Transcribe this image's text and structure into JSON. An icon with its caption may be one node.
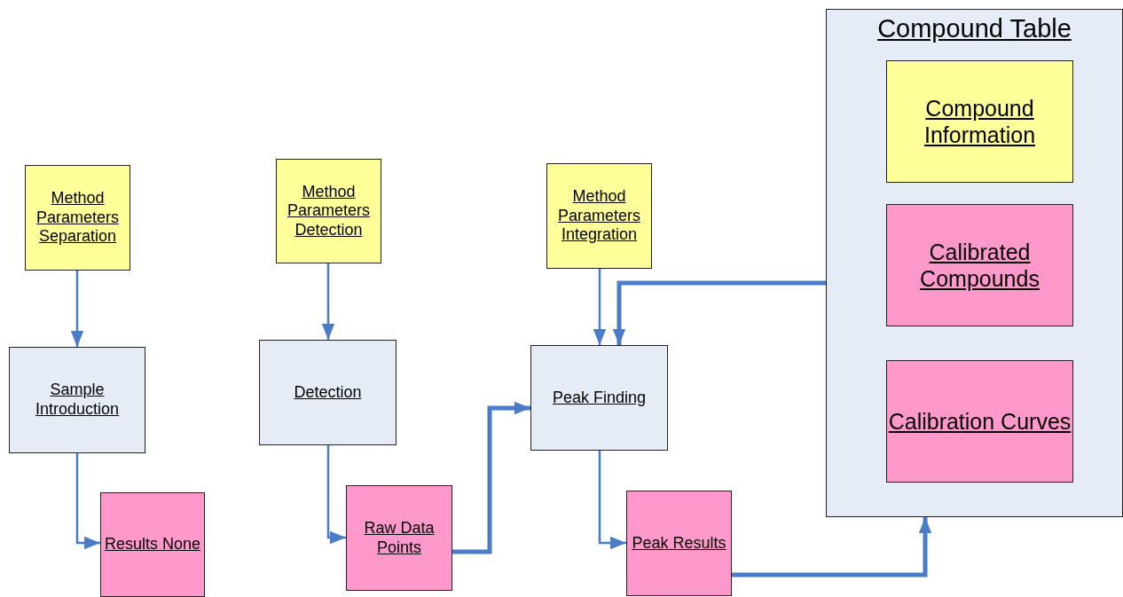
{
  "diagram": {
    "nodes": [
      {
        "text": [
          "Method Parameters Separation"
        ]
      },
      {
        "text": [
          "Sample Introduction"
        ]
      },
      {
        "text": [
          "Results None"
        ]
      },
      {
        "text": [
          "Method Parameters Detection"
        ]
      },
      {
        "text": [
          "Detection"
        ]
      },
      {
        "text": [
          "Raw Data Points"
        ]
      },
      {
        "text": [
          "Method Parameters Integration"
        ]
      },
      {
        "text": [
          "Peak Finding"
        ]
      },
      {
        "text": [
          "Peak Results"
        ]
      },
      {
        "text": [
          "Compound Table"
        ]
      },
      {
        "text": [
          "Compound Information"
        ],
        "in": 9
      },
      {
        "text": [
          "Calibrated Compounds"
        ],
        "in": 9
      },
      {
        "text": [
          "Calibration Curves"
        ],
        "in": 9
      }
    ],
    "edges": [
      {
        "from": 0,
        "to": 1,
        "arrow": "to"
      },
      {
        "from": 1,
        "to": 2,
        "arrow": "to"
      },
      {
        "from": 3,
        "to": 4,
        "arrow": "to"
      },
      {
        "from": 4,
        "to": 5,
        "arrow": "to"
      },
      {
        "from": 5,
        "to": 7,
        "arrow": "to",
        "style": "thick"
      },
      {
        "from": 6,
        "to": 7,
        "arrow": "to"
      },
      {
        "from": 9,
        "to": 7,
        "arrow": "to",
        "style": "thick"
      },
      {
        "from": 7,
        "to": 8,
        "arrow": "to"
      },
      {
        "from": 8,
        "to": 9,
        "arrow": "to",
        "style": "thick"
      }
    ]
  }
}
